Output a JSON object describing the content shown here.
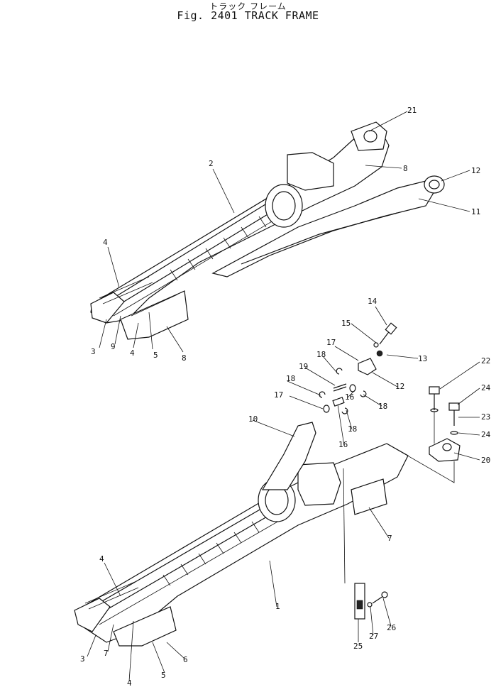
{
  "header": {
    "subtitle_jp": "トラック フレーム",
    "title": "Fig.  2401 TRACK  FRAME"
  },
  "callouts": {
    "c21": "21",
    "c2": "2",
    "c8a": "8",
    "c12a": "12",
    "c11": "11",
    "c4a": "4",
    "c3a": "3",
    "c9": "9",
    "c4b": "4",
    "c5a": "5",
    "c8b": "8",
    "c14": "14",
    "c15": "15",
    "c13": "13",
    "c17a": "17",
    "c18a": "18",
    "c12b": "12",
    "c19": "19",
    "c16a": "16",
    "c18b": "18",
    "c18c": "18",
    "c17b": "17",
    "c18d": "18",
    "c16b": "16",
    "c10": "10",
    "c22": "22",
    "c24a": "24",
    "c23": "23",
    "c24b": "24",
    "c20": "20",
    "c7a": "7",
    "c4c": "4",
    "c1": "1",
    "c3b": "3",
    "c7b": "7",
    "c5b": "5",
    "c6": "6",
    "c4d": "4",
    "c25": "25",
    "c27": "27",
    "c26": "26"
  }
}
